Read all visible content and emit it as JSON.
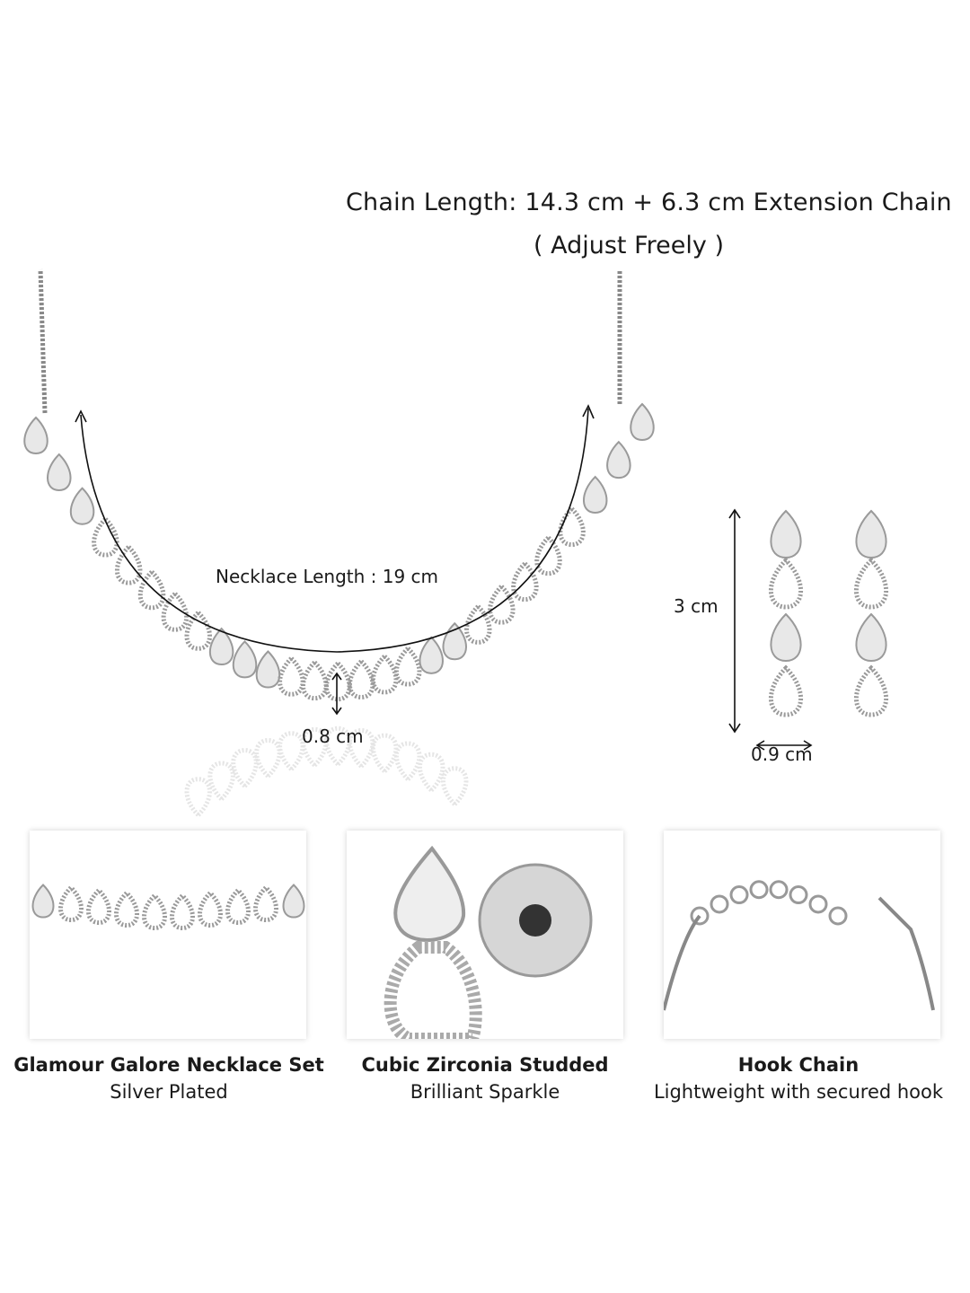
{
  "header": {
    "chain_length": "Chain Length: 14.3 cm + 6.3 cm Extension Chain",
    "adjust": "( Adjust Freely )"
  },
  "measurements": {
    "necklace_length": "Necklace Length : 19 cm",
    "necklace_width": "0.8 cm",
    "earring_length": "3 cm",
    "earring_width": "0.9 cm"
  },
  "features": [
    {
      "title": "Glamour Galore Necklace Set",
      "subtitle": "Silver Plated"
    },
    {
      "title": "Cubic Zirconia Studded",
      "subtitle": "Brilliant Sparkle"
    },
    {
      "title": "Hook Chain",
      "subtitle": "Lightweight with secured hook"
    }
  ],
  "colors": {
    "metal": "#9a9a9a",
    "stone": "#e8e8e8",
    "arrow": "#111111"
  }
}
